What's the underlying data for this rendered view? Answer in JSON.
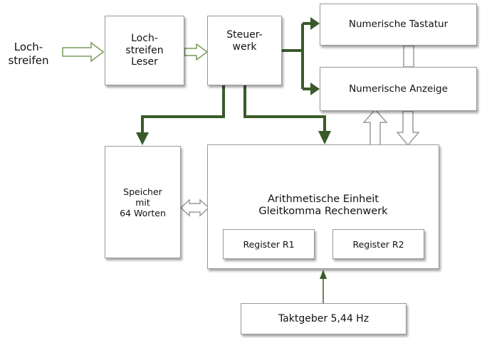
{
  "input_label": "Loch-\nstreifen",
  "boxes": {
    "reader": "Loch-\nstreifen\nLeser",
    "control": "Steuer-\nwerk",
    "keyboard": "Numerische Tastatur",
    "display": "Numerische Anzeige",
    "memory": "Speicher\nmit\n64 Worten",
    "alu": "Arithmetische Einheit\nGleitkomma Rechenwerk",
    "register_r1": "Register R1",
    "register_r2": "Register R2",
    "clock": "Taktgeber 5,44 Hz"
  },
  "colors": {
    "arrow_green": "#3a5a2a",
    "box_border": "#9a9a9a",
    "hollow_arrow": "#7a9a5a"
  }
}
